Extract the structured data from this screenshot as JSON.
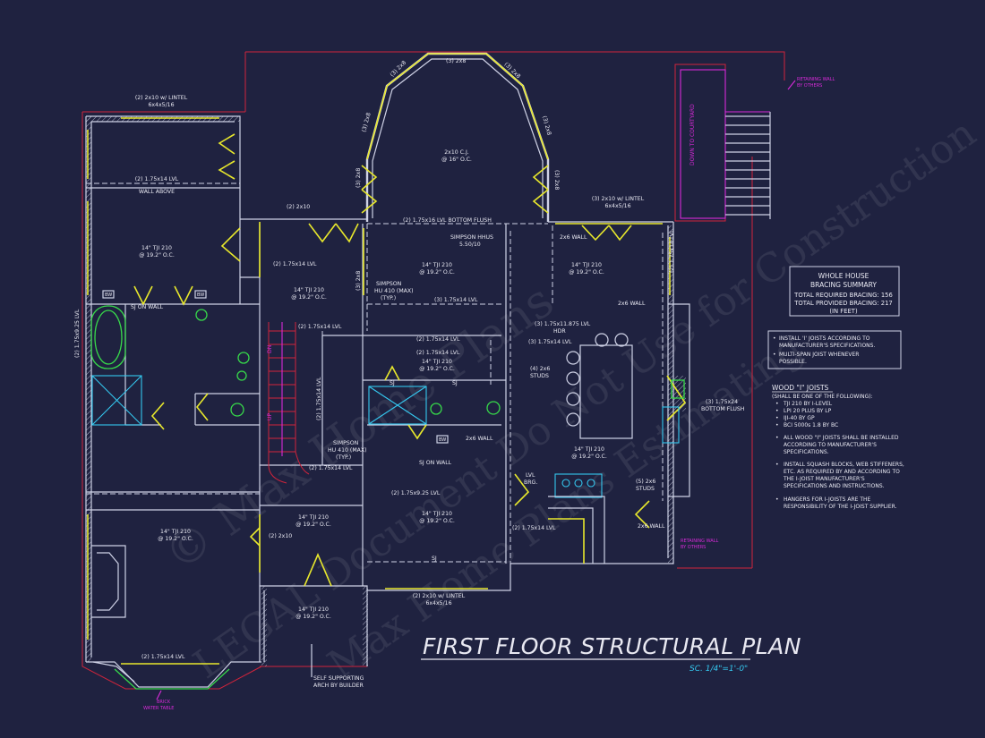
{
  "title": {
    "main": "FIRST FLOOR STRUCTURAL PLAN",
    "scale": "SC. 1/4\"=1'-0\""
  },
  "watermark": {
    "line1": "© Max Home Plans",
    "line2": "LEGAL Document Do Not Use for Construction",
    "line3": "Max Home Plans Estimating"
  },
  "bracing": {
    "heading": "WHOLE HOUSE BRACING SUMMARY",
    "line1": "TOTAL REQUIRED BRACING: 156",
    "line2": "TOTAL PROVIDED BRACING: 217",
    "line3": "(IN FEET)"
  },
  "notes": {
    "n1a": "INSTALL 'I' JOISTS ACCORDING TO",
    "n1b": "MANUFACTURER'S SPECIFICATIONS.",
    "n2a": "MULTI-SPAN JOIST WHENEVER",
    "n2b": "POSSIBLE.",
    "wood_heading": "WOOD \"I\" JOISTS",
    "wood_sub": "(SHALL BE ONE OF THE FOLLOWING):",
    "w1": "TJI 210 BY I-LEVEL",
    "w2": "LPI 20 PLUS BY LP",
    "w3": "IJI-40 BY GP",
    "w4": "BCI 5000s 1.8 BY BC",
    "w5a": "ALL WOOD \"I\" JOISTS SHALL BE INSTALLED",
    "w5b": "ACCORDING TO MANUFACTURER'S",
    "w5c": "SPECIFICATIONS.",
    "w6a": "INSTALL SQUASH BLOCKS, WEB STIFFENERS,",
    "w6b": "ETC. AS REQUIRED BY AND ACCORDING TO",
    "w6c": "THE I-JOIST MANUFACTURER'S",
    "w6d": "SPECIFICATIONS AND INSTRUCTIONS.",
    "w7a": "HANGERS FOR I-JOISTS ARE THE",
    "w7b": "RESPONSIBILITY OF THE I-JOIST SUPPLIER."
  },
  "labels": {
    "lintel_2x10_a": "(2) 2x10 w/ LINTEL",
    "lintel_size_a": "6x4x5/16",
    "lvl_1_75x14": "(2) 1.75x14 LVL",
    "wall_above": "WALL ABOVE",
    "tji_210": "14\" TJI 210",
    "oc_19_2": "@ 19.2\" O.C.",
    "lvl_9_25_side": "(2) 1.75x9.25 LVL",
    "sj_on_wall": "SJ ON WALL",
    "bw": "BW",
    "sj": "SJ",
    "two_2x10": "(2) 2x10",
    "lvl_1_75x14_b": "(2) 1.75x14 LVL",
    "simpson_hu410": "SIMPSON",
    "simpson_hu410b": "HU 410 (MAX)",
    "simpson_hu410c": "(TYP.)",
    "lvl_16_bottom": "(2) 1.75x16 LVL BOTTOM FLUSH",
    "simpson_hhus": "SIMPSON HHUS",
    "simpson_hhus_b": "5.50/10",
    "bay_2x8_a": "(3) 2x8",
    "bay_2x8_b": "(3) 2x8",
    "bay_2x8_c": "(3) 2x8",
    "bay_2x8_d": "(3) 2x8",
    "bay_2x8_e": "(3) 2x8",
    "bay_2x8_f": "(3) 2x8",
    "bay_2x8_g": "(3) 2x8",
    "bay_2x8_h": "(3) 2x8",
    "cj_2x10": "2x10 C.J.",
    "oc_16": "@ 16\" O.C.",
    "lintel_3_2x10": "(3) 2x10 w/ LINTEL",
    "lintel_size_b": "6x4x5/16",
    "wall_2x6": "2x6 WALL",
    "lvl_18": "(3) 1.75x11.875 LVL",
    "hdr": "HDR",
    "lvl_1_75x14_c": "(3) 1.75x14 LVL",
    "lvl_1_75x14_d": "(2) 1.75x14 LVL",
    "studs_2x6_4": "(4) 2x6",
    "studs": "STUDS",
    "lvl_1_75x24": "(3) 1.75x24",
    "bottom_flush": "BOTTOM FLUSH",
    "lvl_brg": "LVL",
    "brg": "BRG.",
    "studs_2x6_5": "(5) 2x6",
    "lvl_1_75x9_25": "(2) 1.75x9.25 LVL",
    "lintel_2x10_c": "(2) 2x10 w/ LINTEL",
    "lintel_size_c": "6x4x5/16",
    "self_support_a": "SELF SUPPORTING",
    "self_support_b": "ARCH BY BUILDER",
    "retaining_a": "RETAINING WALL",
    "retaining_b": "BY OTHERS",
    "brick_a": "BRICK",
    "brick_b": "WATER TABLE",
    "down_to_courtyard": "DOWN TO COURTYARD",
    "up_stair": "UP",
    "dn_stair": "DN"
  }
}
